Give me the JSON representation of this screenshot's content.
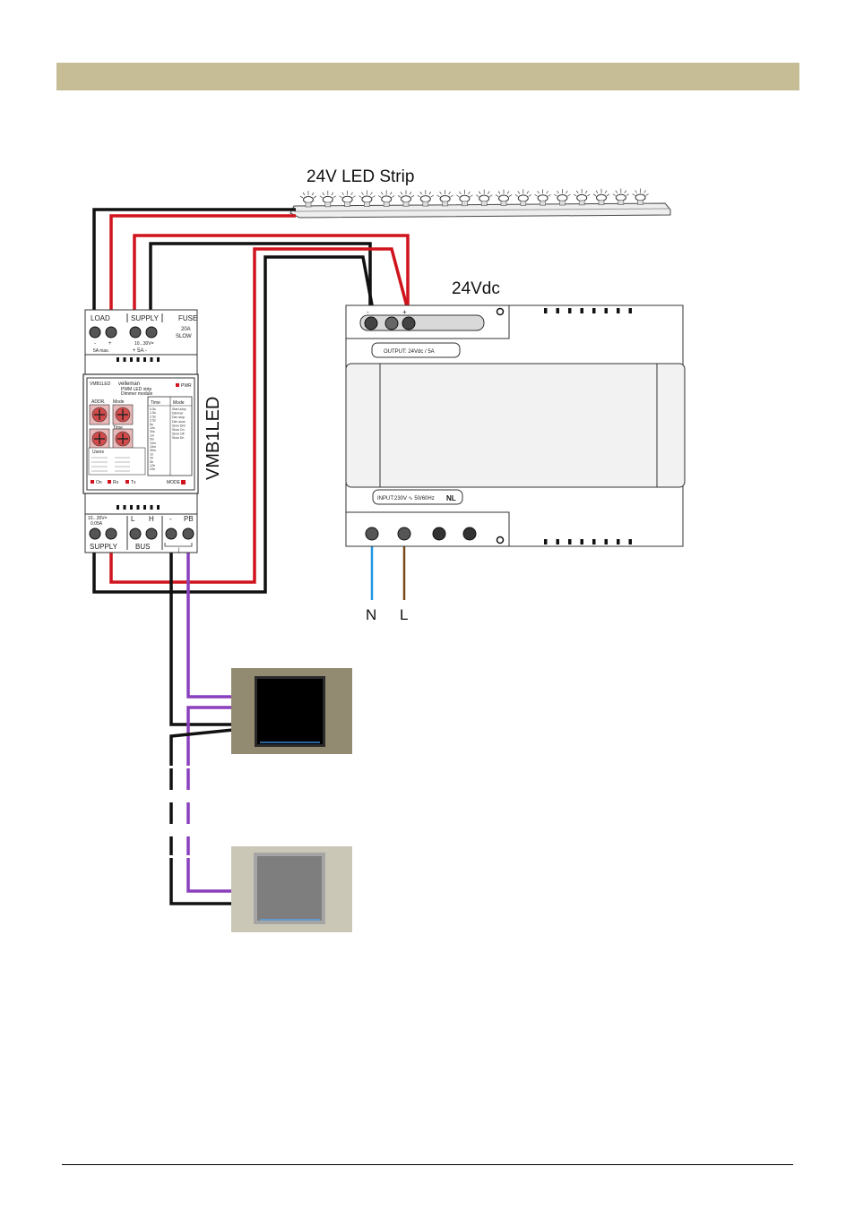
{
  "labels": {
    "led_strip": "24V LED Strip",
    "power_supply": "24Vdc",
    "module_name": "VMB1LED",
    "neutral": "N",
    "live": "L"
  },
  "module": {
    "top_load": "LOAD",
    "top_supply": "SUPPLY",
    "top_fuse": "FUSE",
    "fuse_rating": "20A",
    "fuse_type": "SLOW",
    "load_minus": "-",
    "load_plus": "+",
    "load_max": "5A max.",
    "supply_range": "10...30V=",
    "supply_current": "+ 5A -",
    "front_model": "VMB1LED",
    "brand": "velleman",
    "front_desc1": "PWM LED strip",
    "front_desc2": "Dimmer module",
    "pwr": "PWR",
    "addr": "ADDR.",
    "mode": "Mode",
    "time": "Time",
    "table_time": "Time",
    "table_mode": "Mode",
    "time_values": [
      "0.5s",
      "1.5s",
      "2.5s",
      "3.5s",
      "5s",
      "10s",
      "30s",
      "1m",
      "5m",
      "10m",
      "15m",
      "30m",
      "1h",
      "2h",
      "5h",
      "12h",
      "24h"
    ],
    "mode_values": [
      "Start-stop",
      "Dimmer",
      "Dim stop",
      "Dim slow",
      "Slow Dim",
      "Slow On",
      "Slow Off",
      "Slow Dn"
    ],
    "users_head": "Users",
    "led_rx": "Rx",
    "led_tx": "Tx",
    "led_on": "On",
    "mode_btn": "MODE",
    "bottom_supply_range": "10...30V=",
    "bottom_supply_current": "0.05A",
    "bottom_l": "L",
    "bottom_h": "H",
    "bottom_minus": "-",
    "bottom_pb": "PB",
    "bottom_supply": "SUPPLY",
    "bottom_bus": "BUS"
  },
  "psu": {
    "minus": "-",
    "plus": "+",
    "output": "OUTPUT: 24Vdc / 5A",
    "input": "INPUT:230V ∿ 50/60Hz",
    "input_badge": "NL"
  },
  "colors": {
    "header_bar": "#c6bd97",
    "wire_red": "#d0141e",
    "wire_black": "#111111",
    "wire_purple": "#8a3fbd",
    "wire_blue": "#2196e0",
    "wire_brown": "#7a4a1c",
    "switch1_frame": "#928b72",
    "switch2_frame": "#cbc7b6"
  }
}
